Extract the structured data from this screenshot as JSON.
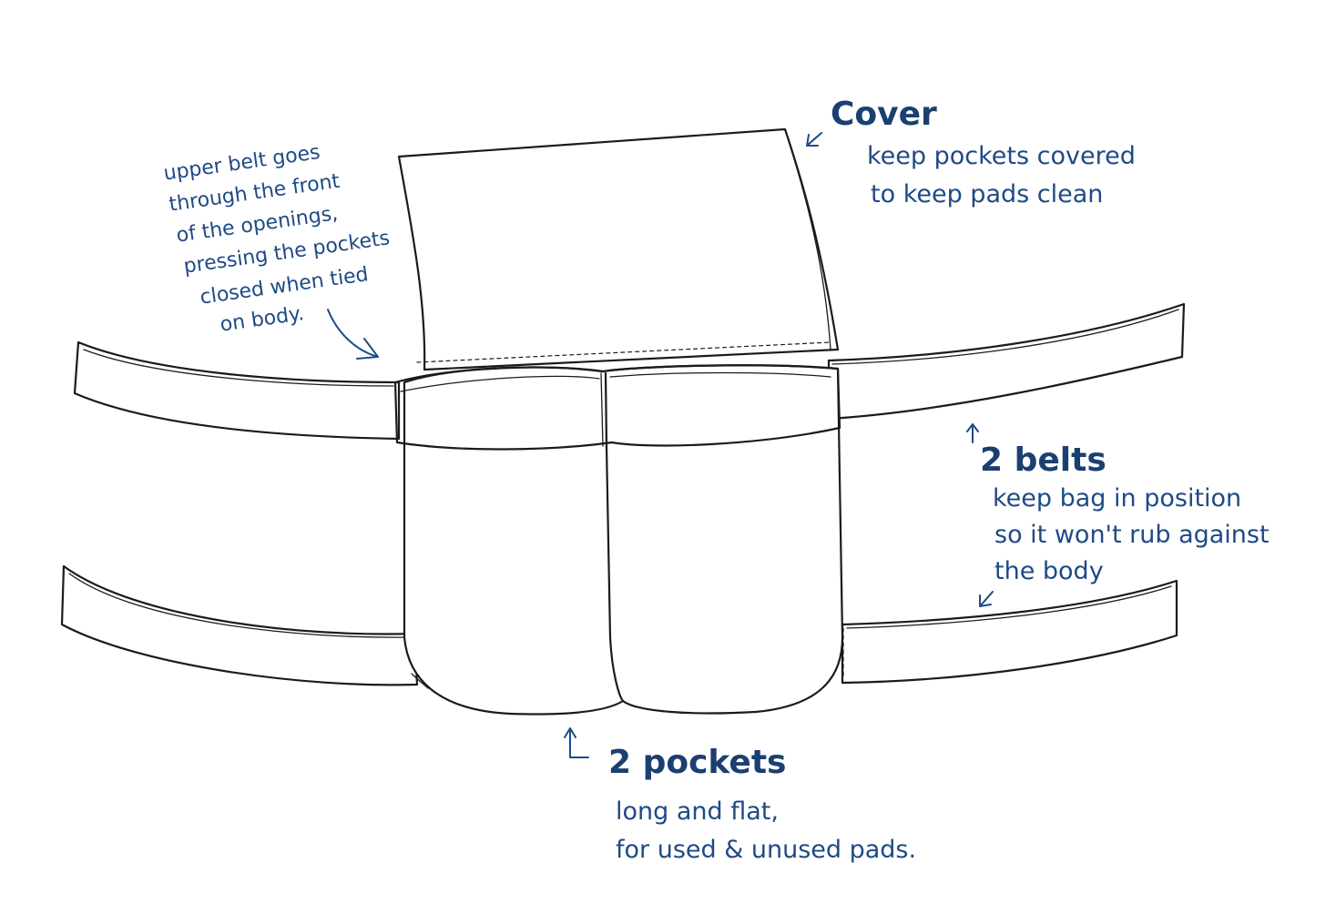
{
  "annotations": {
    "cover": {
      "title": "Cover",
      "lines": [
        "keep pockets covered",
        "to keep pads clean"
      ]
    },
    "belts": {
      "title": "2 belts",
      "lines": [
        "keep bag in position",
        "so it won't rub against",
        "the body"
      ]
    },
    "pockets": {
      "title": "2 pockets",
      "lines": [
        "long and flat,",
        "for used & unused pads."
      ]
    },
    "upper_belt_note": {
      "lines": [
        "upper belt goes",
        "through the front",
        "of the openings,",
        "pressing the pockets",
        "closed when tied",
        "on body."
      ]
    }
  },
  "colors": {
    "ink": "#1b1b1b",
    "annotation": "#1f4a85"
  }
}
